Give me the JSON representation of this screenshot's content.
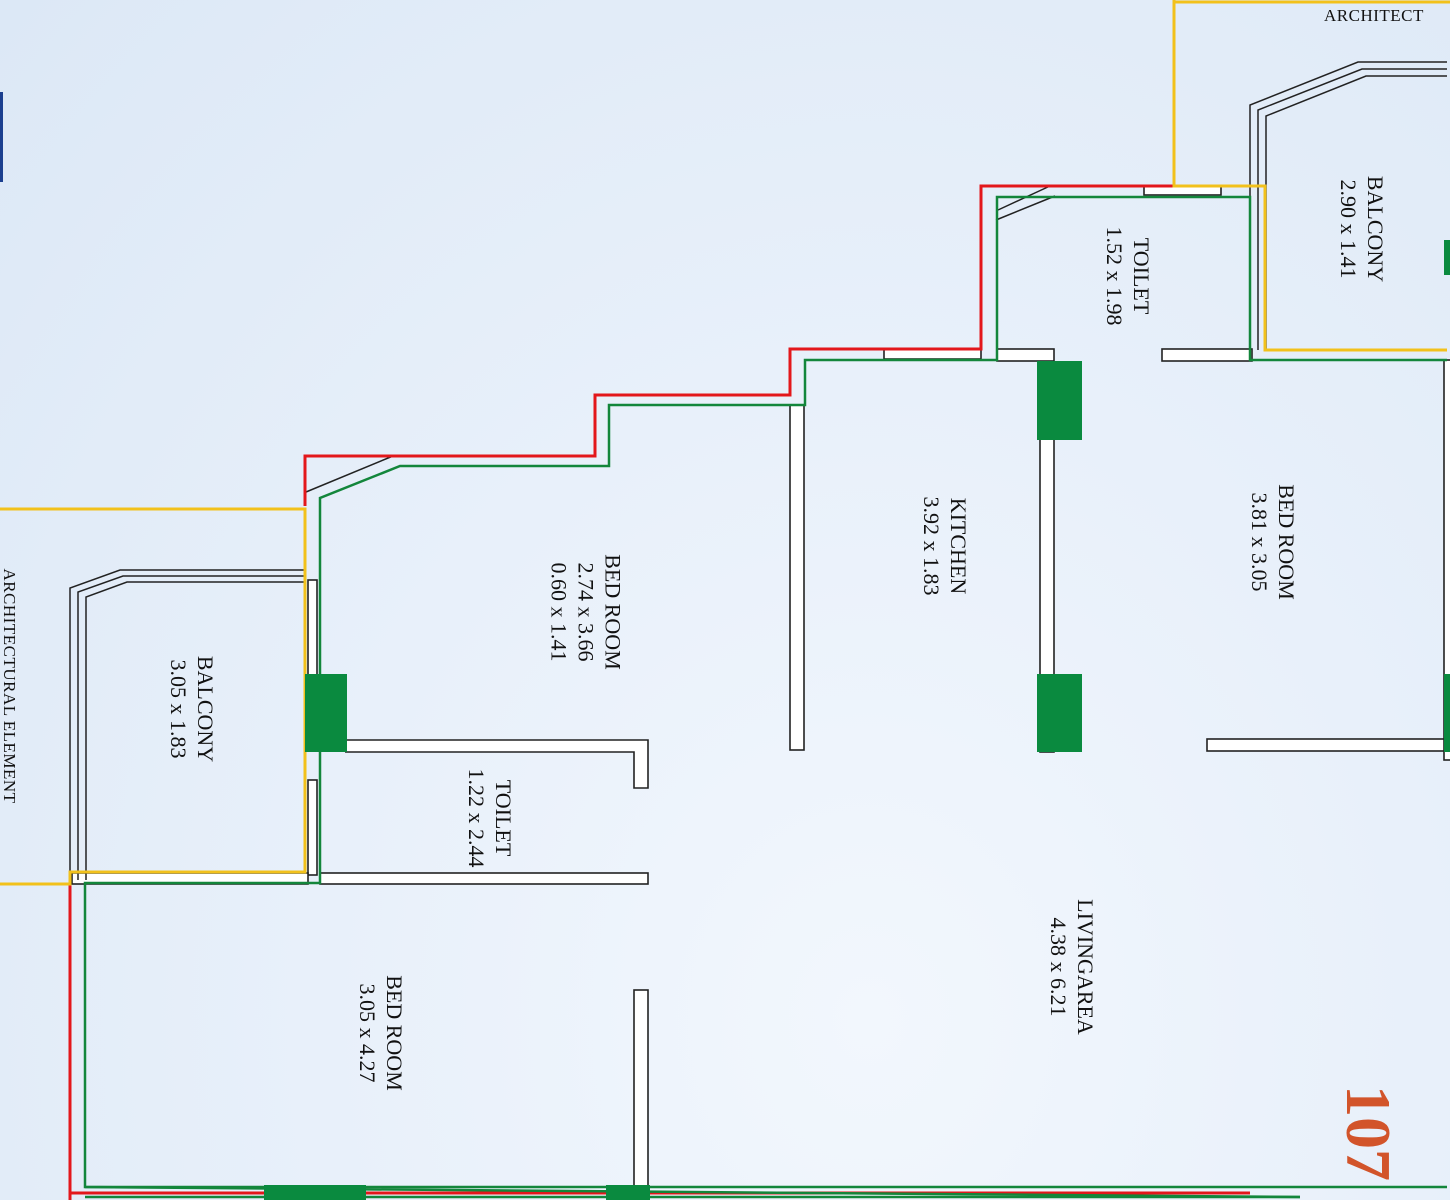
{
  "colors": {
    "red_outline": "#e3171b",
    "green_outline": "#13863b",
    "yellow_outline": "#f2c11b",
    "column_fill": "#0a8a3f",
    "wall_stroke": "#222222",
    "unit_number": "#d2542a"
  },
  "unit_number": "107",
  "architectural_elements": [
    {
      "label": "ARCHITECTURAL ELEMENT"
    },
    {
      "label": "ARCHITECT"
    }
  ],
  "rooms": [
    {
      "key": "toilet_top",
      "name": "TOILET",
      "dims": [
        "1.52 x 1.98"
      ]
    },
    {
      "key": "balcony_top",
      "name": "BALCONY",
      "dims": [
        "2.90 x 1.41"
      ]
    },
    {
      "key": "kitchen",
      "name": "KITCHEN",
      "dims": [
        "3.92 x 1.83"
      ]
    },
    {
      "key": "bedroom_right",
      "name": "BED ROOM",
      "dims": [
        "3.81 x 3.05"
      ]
    },
    {
      "key": "bedroom_mid",
      "name": "BED ROOM",
      "dims": [
        "2.74 x 3.66",
        "0.60 x 1.41"
      ]
    },
    {
      "key": "balcony_left",
      "name": "BALCONY",
      "dims": [
        "3.05 x 1.83"
      ]
    },
    {
      "key": "toilet_mid",
      "name": "TOILET",
      "dims": [
        "1.22 x 2.44"
      ]
    },
    {
      "key": "living",
      "name": "LIVINGAREA",
      "dims": [
        "4.38 x 6.21"
      ]
    },
    {
      "key": "bedroom_bottom",
      "name": "BED ROOM",
      "dims": [
        "3.05 x 4.27"
      ]
    }
  ]
}
